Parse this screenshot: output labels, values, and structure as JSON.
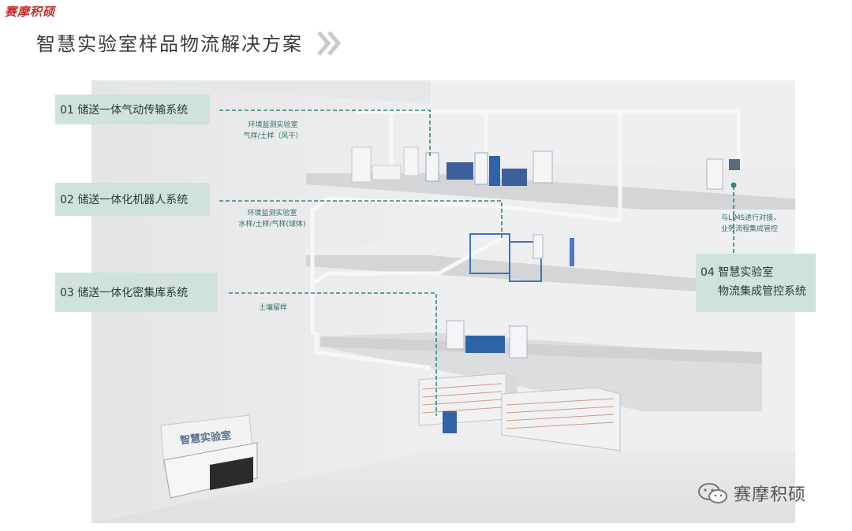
{
  "brand": "赛摩积硕",
  "title": "智慧实验室样品物流解决方案",
  "systems": [
    {
      "label": "01 储送一体气动传输系统",
      "note": [
        "环境监测实验室",
        "气样/土样（风干）"
      ]
    },
    {
      "label": "02 储送一体化机器人系统",
      "note": [
        "环境监测实验室",
        "水样/土样/气样(球体)"
      ]
    },
    {
      "label": "03 储送一体化密集库系统",
      "note": [
        "土壤留样"
      ]
    }
  ],
  "system4": {
    "line1": "04 智慧实验室",
    "line2": "物流集成管控系统"
  },
  "lims_note": [
    "与LIMS进行对接，",
    "业务流程集成管控"
  ],
  "reception_sign": "智慧实验室",
  "watermark": "赛摩积硕",
  "colors": {
    "teal": "#2e8a80",
    "label_bg": "#cfe2dc",
    "brand_red": "#c62828"
  }
}
